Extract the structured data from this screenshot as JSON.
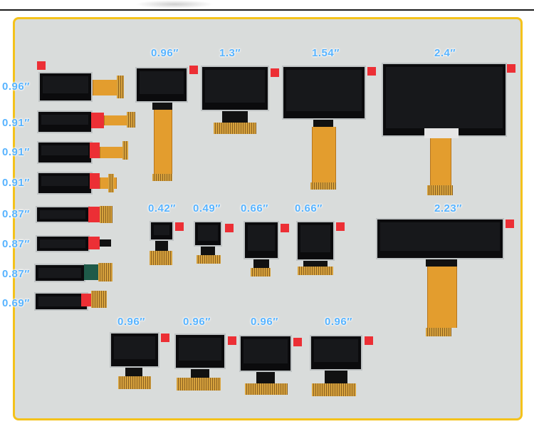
{
  "photo": {
    "subject": "oled-display-modules",
    "colors": {
      "board": "#d9dcdb",
      "frame": "#f4c21b",
      "label": "#57b3ff",
      "tab": "#ec2f35",
      "flex": "#e39d2e"
    }
  },
  "labels": {
    "left": [
      "0.96″",
      "0.91″",
      "0.91″",
      "0.91″",
      "0.87″",
      "0.87″",
      "0.87″",
      "0.69″"
    ],
    "top_row": [
      "0.96″",
      "1.3″",
      "1.54″",
      "2.4″"
    ],
    "middle_row": [
      "0.42″",
      "0.49″",
      "0.66″",
      "0.66″",
      "2.23″"
    ],
    "bottom_row": [
      "0.96″",
      "0.96″",
      "0.96″",
      "0.96″"
    ]
  }
}
